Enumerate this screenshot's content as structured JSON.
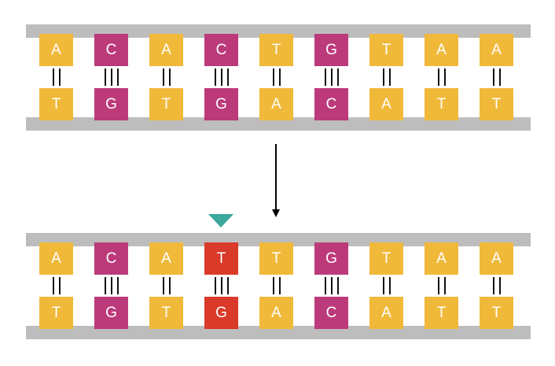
{
  "colors": {
    "A": "#f0b93a",
    "T": "#f0b93a",
    "C": "#bc3a7a",
    "G": "#bc3a7a",
    "mutation": "#d93a2a",
    "marker": "#3aa89c",
    "backbone": "#bdbdbd"
  },
  "original": {
    "top": [
      "A",
      "C",
      "A",
      "C",
      "T",
      "G",
      "T",
      "A",
      "A"
    ],
    "bottom": [
      "T",
      "G",
      "T",
      "G",
      "A",
      "C",
      "A",
      "T",
      "T"
    ]
  },
  "mutated": {
    "top": [
      "A",
      "C",
      "A",
      "T",
      "T",
      "G",
      "T",
      "A",
      "A"
    ],
    "bottom": [
      "T",
      "G",
      "T",
      "G",
      "A",
      "C",
      "A",
      "T",
      "T"
    ],
    "mutation_index": 3
  },
  "bond_counts": {
    "AT": 2,
    "CG": 3,
    "TG": 3
  }
}
